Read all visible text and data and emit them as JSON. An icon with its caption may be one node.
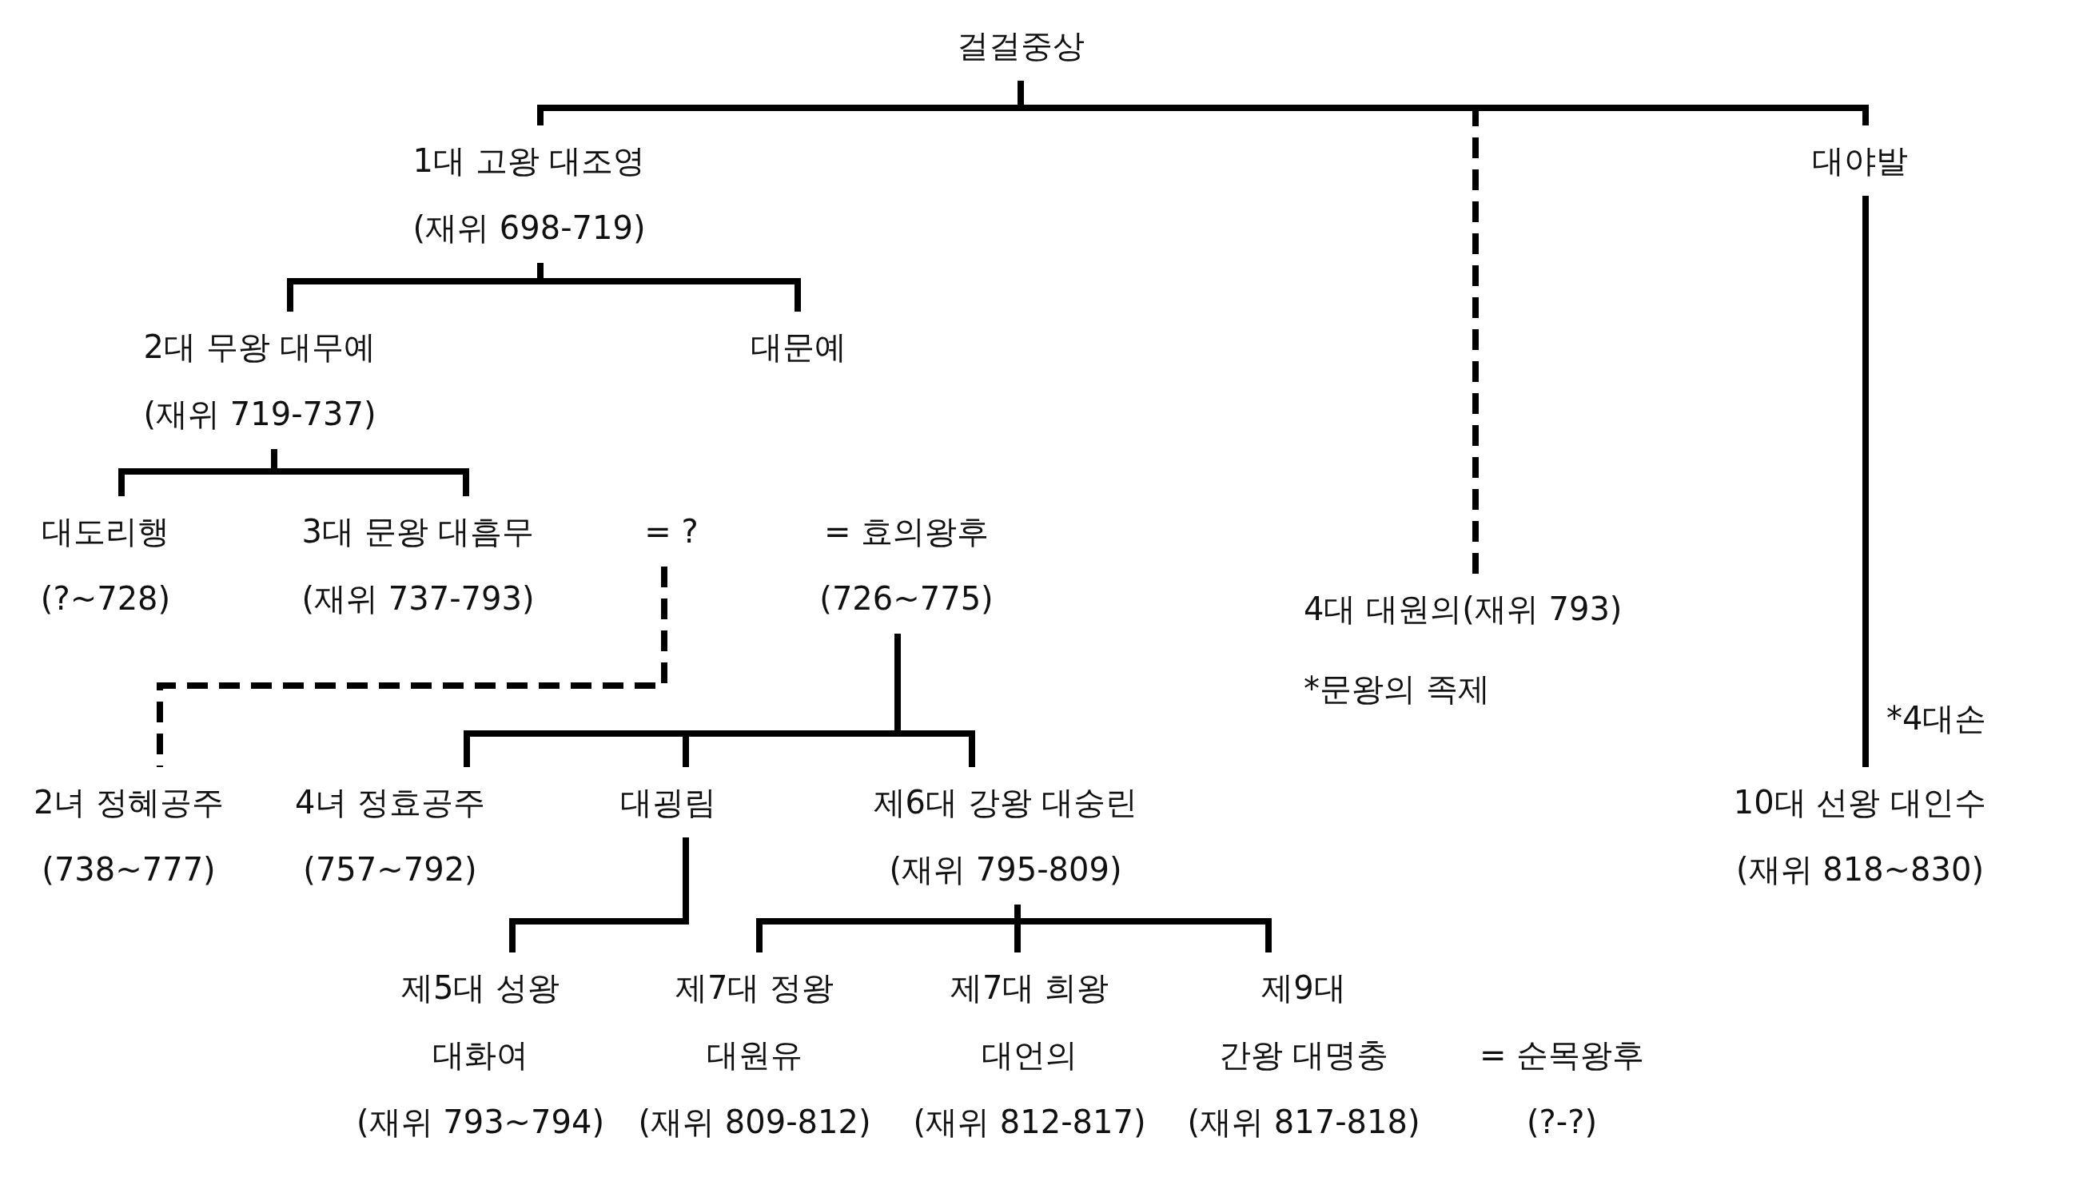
{
  "diagram": {
    "nodes": [
      {
        "text": [
          "걸걸중상"
        ]
      },
      {
        "text": [
          "1대 고왕 대조영",
          "(재위 698-719)"
        ]
      },
      {
        "text": [
          "대야발"
        ]
      },
      {
        "text": [
          "2대 무왕 대무예",
          "(재위 719-737)"
        ]
      },
      {
        "text": [
          "대문예"
        ]
      },
      {
        "text": [
          "대도리행",
          "(?~728)"
        ]
      },
      {
        "text": [
          "3대 문왕 대흠무",
          "(재위 737-793)"
        ]
      },
      {
        "text": [
          "= ?"
        ]
      },
      {
        "text": [
          "= 효의왕후",
          "(726~775)"
        ]
      },
      {
        "text": [
          "4대 대원의(재위 793)"
        ],
        "beside": [
          "*문왕의 족제"
        ]
      },
      {
        "text": [
          "2녀 정혜공주",
          "(738~777)"
        ]
      },
      {
        "text": [
          "4녀 정효공주",
          "(757~792)"
        ]
      },
      {
        "text": [
          "대굉림"
        ]
      },
      {
        "text": [
          "제6대 강왕 대숭린",
          "(재위 795-809)"
        ]
      },
      {
        "text": [
          "10대 선왕 대인수",
          "(재위 818~830)"
        ]
      },
      {
        "text": [
          "제5대 성왕 대화여",
          "(재위 793~794)"
        ]
      },
      {
        "text": [
          "제7대 정왕 대원유",
          "(재위 809-812)"
        ]
      },
      {
        "text": [
          "제7대 희왕 대언의",
          "(재위 812-817)"
        ]
      },
      {
        "text": [
          "제9대",
          "간왕 대명충",
          "(재위 817-818)"
        ]
      },
      {
        "text": [
          "= 순목왕후",
          "(?-?)"
        ]
      }
    ],
    "edges": [
      {
        "from": 0,
        "to": 9,
        "arrow": "none",
        "style": "dashed"
      },
      {
        "from": 7,
        "to": 10,
        "arrow": "none",
        "style": "dashed"
      },
      {
        "from": 0,
        "to": 1,
        "arrow": "none"
      },
      {
        "from": 0,
        "to": 2,
        "arrow": "none"
      },
      {
        "from": 1,
        "to": 3,
        "arrow": "none"
      },
      {
        "from": 1,
        "to": 4,
        "arrow": "none"
      },
      {
        "from": 3,
        "to": 5,
        "arrow": "none"
      },
      {
        "from": 3,
        "to": 6,
        "arrow": "none"
      },
      {
        "from": 8,
        "to": 11,
        "arrow": "none"
      },
      {
        "from": 8,
        "to": 12,
        "arrow": "none"
      },
      {
        "from": 8,
        "to": 13,
        "arrow": "none"
      },
      {
        "from": 2,
        "to": 14,
        "arrow": "none",
        "label": "*4대손"
      },
      {
        "from": 12,
        "to": 15,
        "arrow": "none"
      },
      {
        "from": 13,
        "to": 16,
        "arrow": "none"
      },
      {
        "from": 13,
        "to": 17,
        "arrow": "none"
      },
      {
        "from": 13,
        "to": 18,
        "arrow": "none"
      }
    ]
  }
}
